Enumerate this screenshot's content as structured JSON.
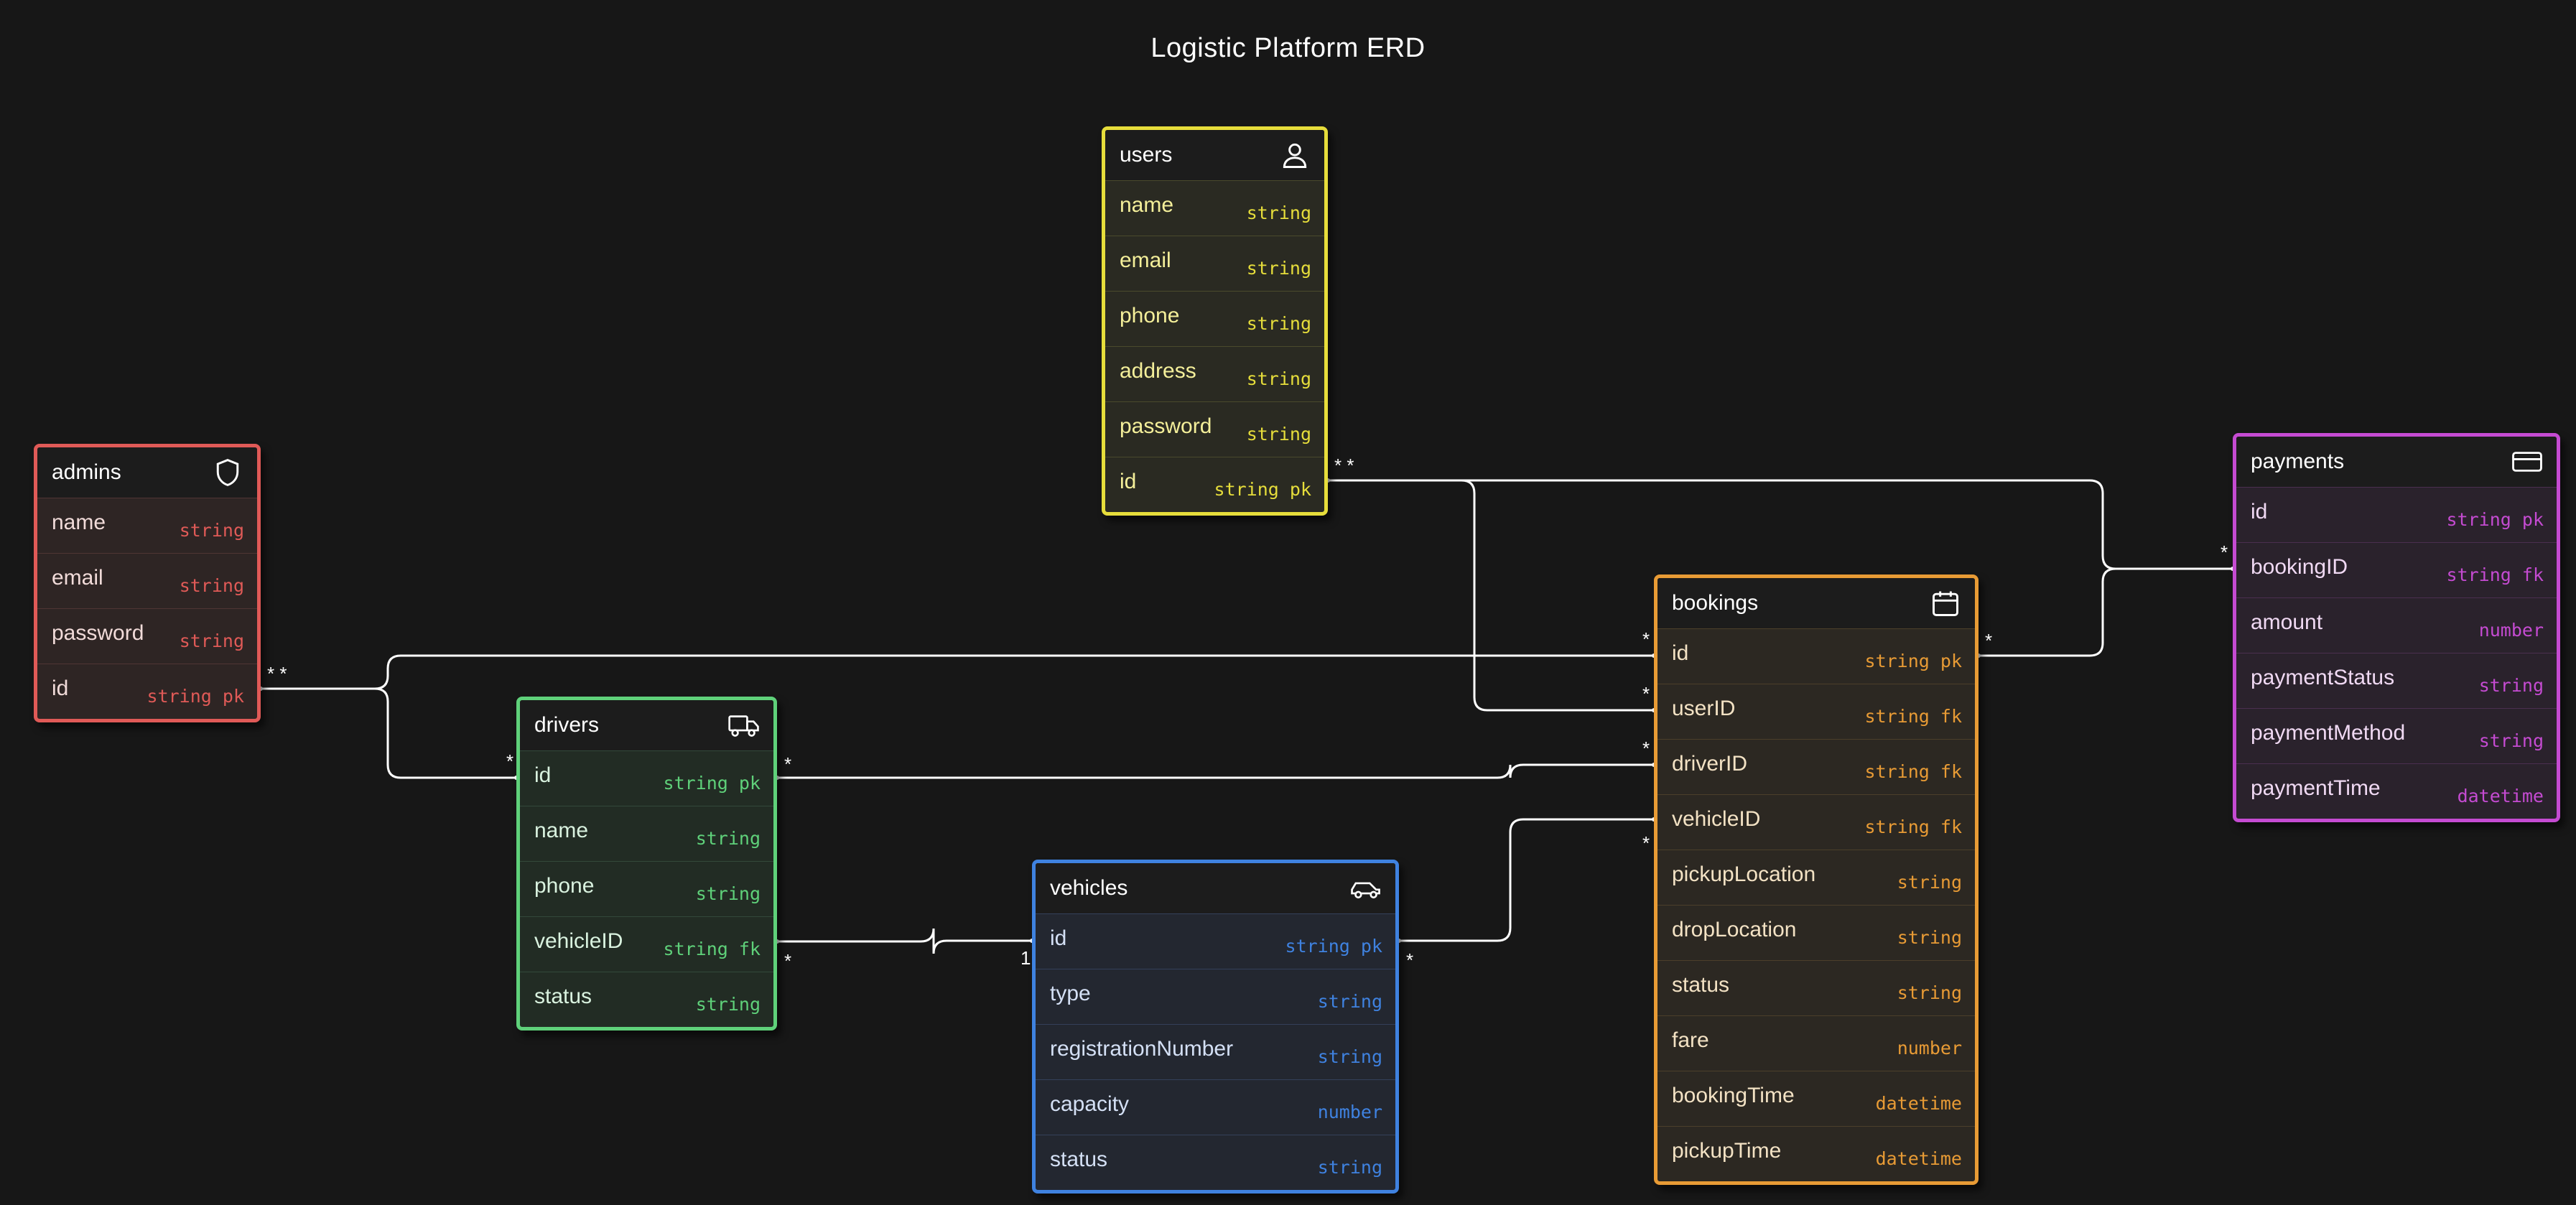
{
  "diagram_title": "Logistic Platform ERD",
  "tables": {
    "users": {
      "name": "users",
      "icon": "user-icon",
      "color": "#e6dd3b",
      "fields": [
        {
          "name": "name",
          "type": "string"
        },
        {
          "name": "email",
          "type": "string"
        },
        {
          "name": "phone",
          "type": "string"
        },
        {
          "name": "address",
          "type": "string"
        },
        {
          "name": "password",
          "type": "string"
        },
        {
          "name": "id",
          "type": "string pk"
        }
      ]
    },
    "admins": {
      "name": "admins",
      "icon": "shield-icon",
      "color": "#e05a57",
      "fields": [
        {
          "name": "name",
          "type": "string"
        },
        {
          "name": "email",
          "type": "string"
        },
        {
          "name": "password",
          "type": "string"
        },
        {
          "name": "id",
          "type": "string pk"
        }
      ]
    },
    "drivers": {
      "name": "drivers",
      "icon": "truck-icon",
      "color": "#5fd17a",
      "fields": [
        {
          "name": "id",
          "type": "string pk"
        },
        {
          "name": "name",
          "type": "string"
        },
        {
          "name": "phone",
          "type": "string"
        },
        {
          "name": "vehicleID",
          "type": "string fk"
        },
        {
          "name": "status",
          "type": "string"
        }
      ]
    },
    "vehicles": {
      "name": "vehicles",
      "icon": "car-icon",
      "color": "#3f82e0",
      "fields": [
        {
          "name": "id",
          "type": "string pk"
        },
        {
          "name": "type",
          "type": "string"
        },
        {
          "name": "registrationNumber",
          "type": "string"
        },
        {
          "name": "capacity",
          "type": "number"
        },
        {
          "name": "status",
          "type": "string"
        }
      ]
    },
    "bookings": {
      "name": "bookings",
      "icon": "calendar-icon",
      "color": "#e89b35",
      "fields": [
        {
          "name": "id",
          "type": "string pk"
        },
        {
          "name": "userID",
          "type": "string fk"
        },
        {
          "name": "driverID",
          "type": "string fk"
        },
        {
          "name": "vehicleID",
          "type": "string fk"
        },
        {
          "name": "pickupLocation",
          "type": "string"
        },
        {
          "name": "dropLocation",
          "type": "string"
        },
        {
          "name": "status",
          "type": "string"
        },
        {
          "name": "fare",
          "type": "number"
        },
        {
          "name": "bookingTime",
          "type": "datetime"
        },
        {
          "name": "pickupTime",
          "type": "datetime"
        }
      ]
    },
    "payments": {
      "name": "payments",
      "icon": "credit-card-icon",
      "color": "#c54bd2",
      "fields": [
        {
          "name": "id",
          "type": "string pk"
        },
        {
          "name": "bookingID",
          "type": "string fk"
        },
        {
          "name": "amount",
          "type": "number"
        },
        {
          "name": "paymentStatus",
          "type": "string"
        },
        {
          "name": "paymentMethod",
          "type": "string"
        },
        {
          "name": "paymentTime",
          "type": "datetime"
        }
      ]
    }
  },
  "relationships": [
    {
      "from": "users.id",
      "to": "bookings.userID",
      "from_card": "*",
      "to_card": "*"
    },
    {
      "from": "users.id",
      "to": "payments.bookingID",
      "from_card": "*",
      "to_card": "*"
    },
    {
      "from": "bookings.id",
      "to": "payments.bookingID",
      "from_card": "*",
      "to_card": "*"
    },
    {
      "from": "admins.id",
      "to": "bookings.id",
      "from_card": "*",
      "to_card": "*"
    },
    {
      "from": "admins.id",
      "to": "drivers.id",
      "from_card": "*",
      "to_card": "*"
    },
    {
      "from": "drivers.id",
      "to": "bookings.driverID",
      "from_card": "*",
      "to_card": "*"
    },
    {
      "from": "drivers.vehicleID",
      "to": "vehicles.id",
      "from_card": "*",
      "to_card": "1"
    },
    {
      "from": "vehicles.id",
      "to": "bookings.vehicleID",
      "from_card": "*",
      "to_card": "*"
    }
  ]
}
